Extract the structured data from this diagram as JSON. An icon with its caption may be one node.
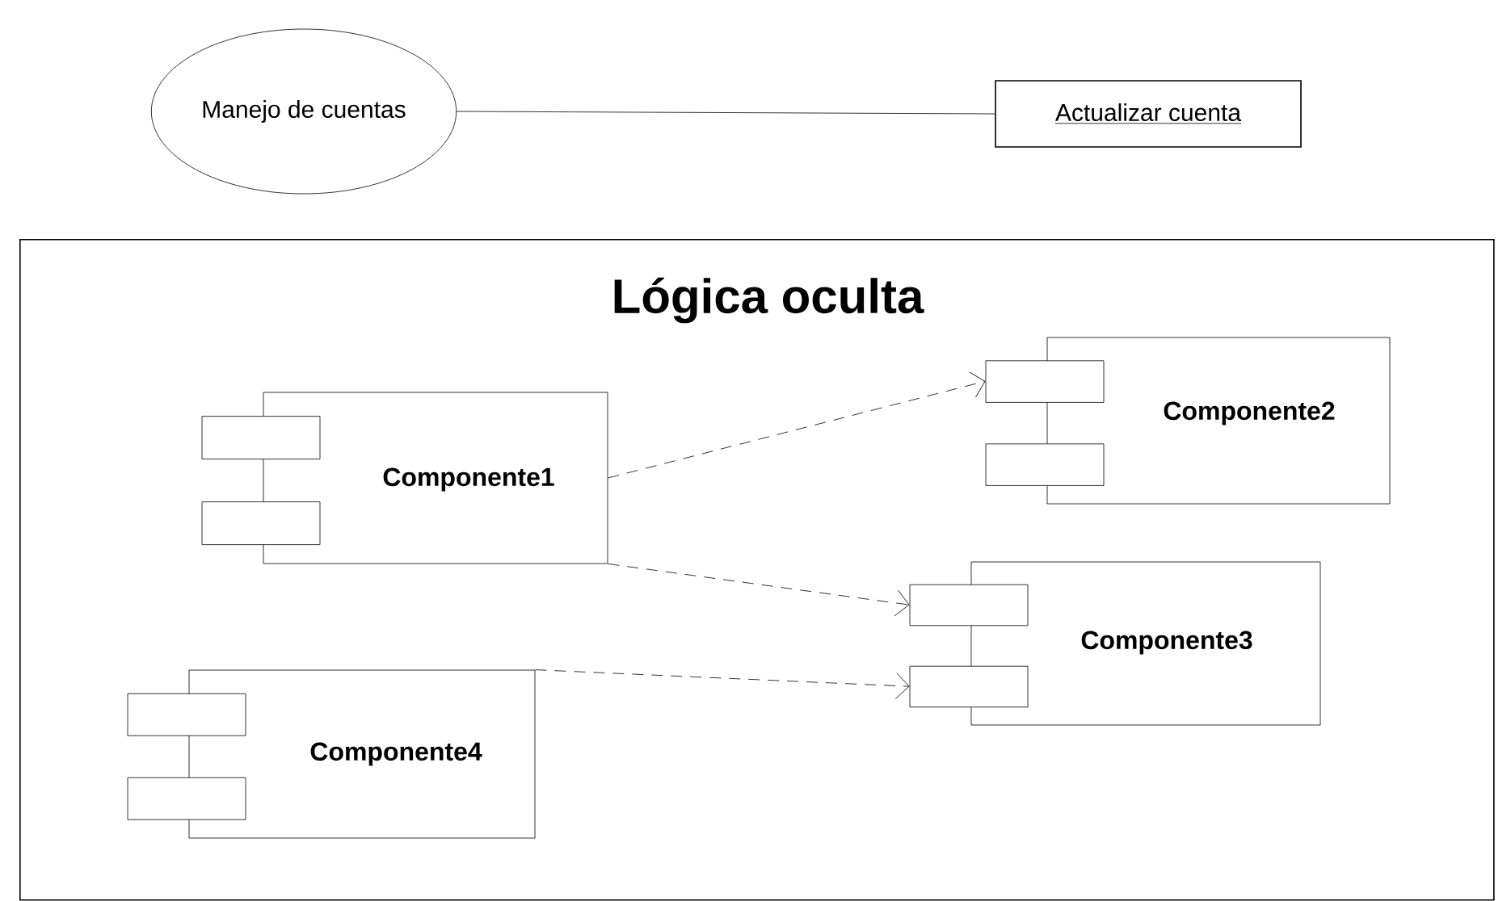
{
  "diagram": {
    "nodes": [
      {
        "text": [
          "Manejo de cuentas"
        ]
      },
      {
        "text": [
          "Actualizar cuenta"
        ]
      },
      {
        "text": [
          "Lógica oculta"
        ]
      },
      {
        "text": [
          "Componente1"
        ],
        "in": 2
      },
      {
        "text": [
          "Componente2"
        ],
        "in": 2
      },
      {
        "text": [
          "Componente3"
        ],
        "in": 2
      },
      {
        "text": [
          "Componente4"
        ],
        "in": 2
      }
    ],
    "edges": [
      {
        "from": 0,
        "to": 1,
        "arrow": "none"
      },
      {
        "from": 3,
        "to": 4,
        "arrow": "to",
        "style": "dashed"
      },
      {
        "from": 3,
        "to": 5,
        "arrow": "to",
        "style": "dashed"
      },
      {
        "from": 6,
        "to": 5,
        "arrow": "to",
        "style": "dashed"
      }
    ]
  }
}
